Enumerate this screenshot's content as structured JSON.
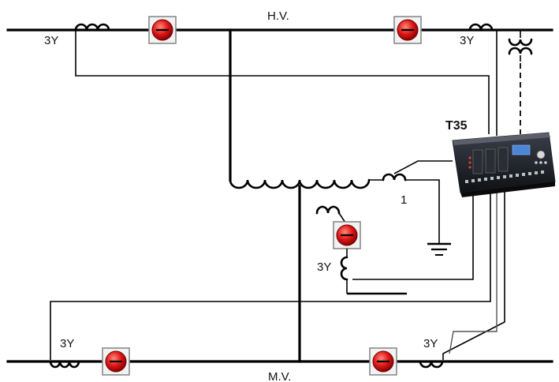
{
  "diagram": {
    "labels": {
      "hv": "H.V.",
      "mv": "M.V.",
      "relay": "T35",
      "ct_hv_left": "3Y",
      "ct_hv_right": "3Y",
      "ct_tertiary": "3Y",
      "ct_mv_left": "3Y",
      "ct_mv_right": "3Y",
      "neutral_ct": "1"
    },
    "colors": {
      "line": "#000000",
      "breaker_fill": "#e01818",
      "breaker_box": "#9a9a9a",
      "relay_body": "#1c1f26",
      "relay_display": "#4a86d8"
    },
    "icons": {
      "breaker": "circuit-breaker-icon",
      "ground": "ground-icon",
      "relay": "t35-relay-icon",
      "vt": "voltage-transformer-icon"
    }
  }
}
